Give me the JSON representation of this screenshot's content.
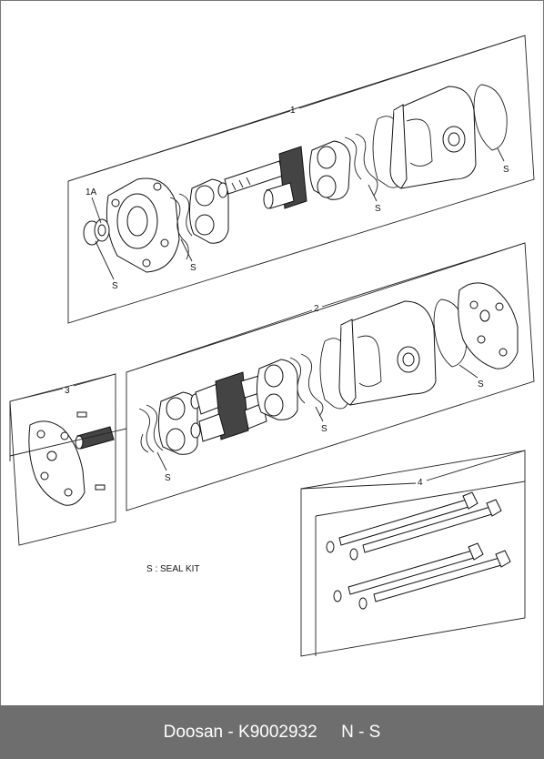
{
  "labels": {
    "g1": "1",
    "g2": "2",
    "g3": "3",
    "g4": "4",
    "g1a": "1A",
    "s": "S"
  },
  "legend": "S : SEAL KIT",
  "footer": {
    "brand": "Doosan",
    "sep": " - ",
    "part": "K9002932",
    "code": "N - S"
  }
}
